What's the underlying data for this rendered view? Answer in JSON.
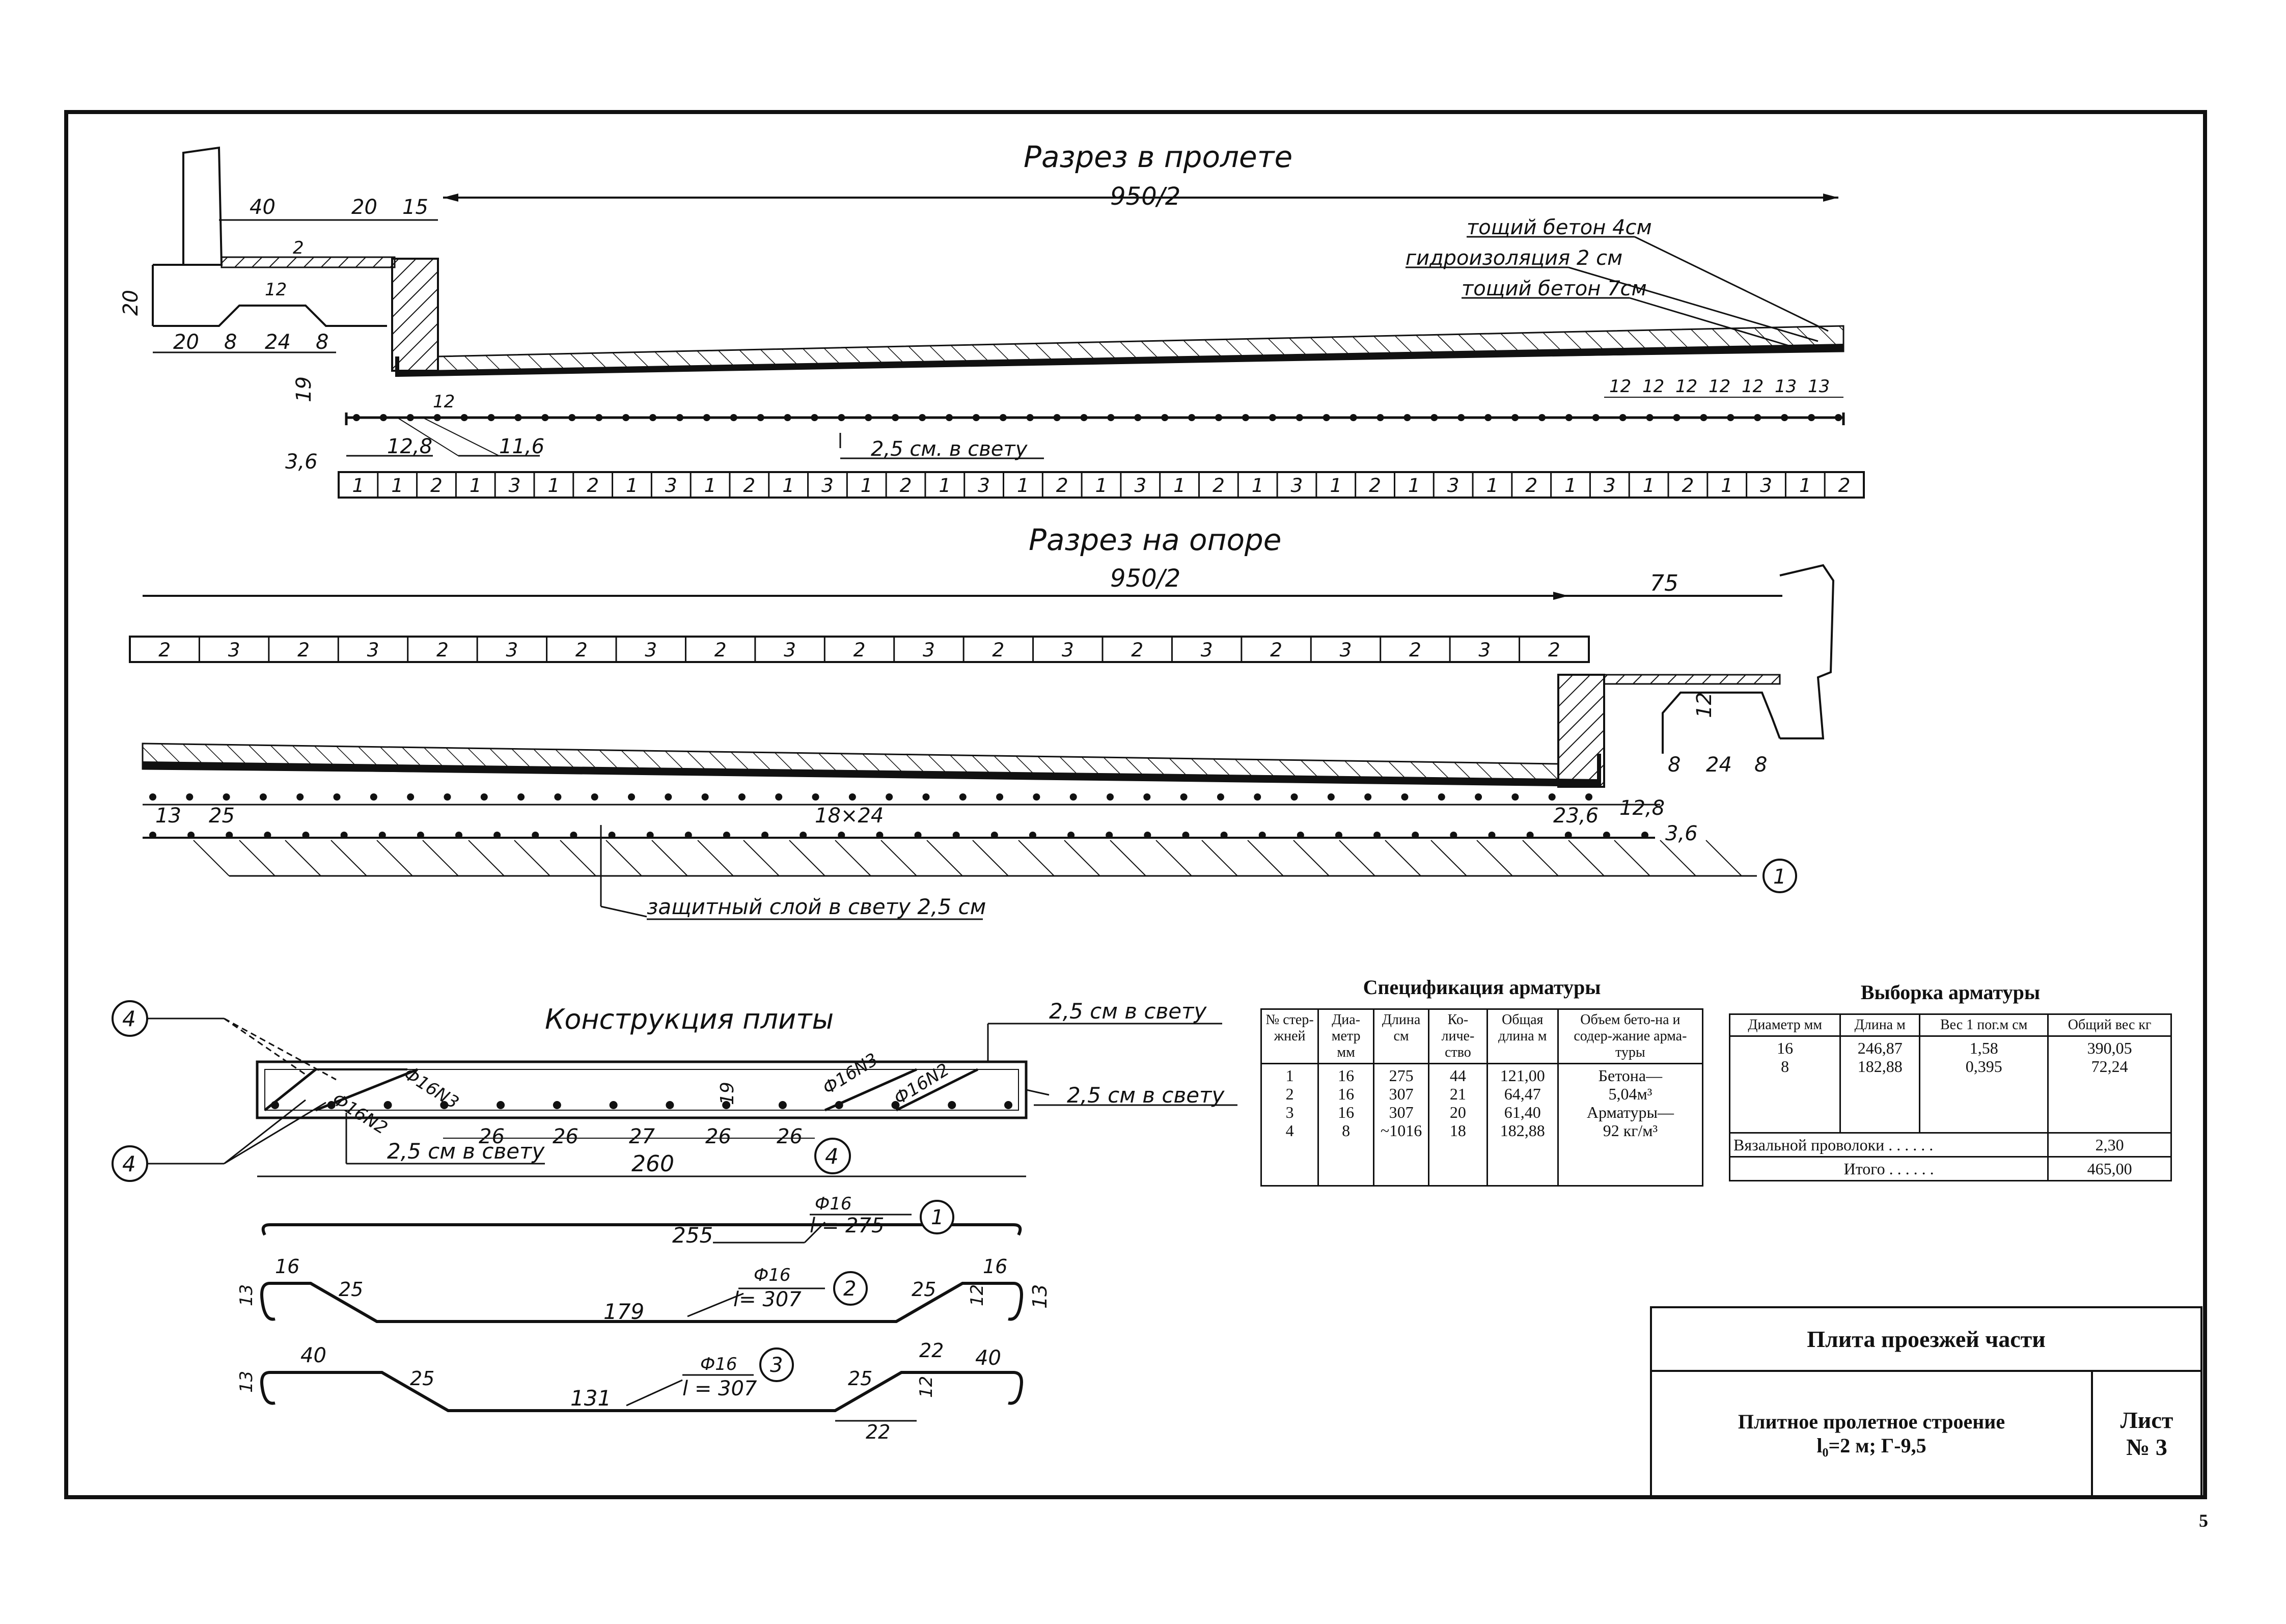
{
  "section_span": {
    "title": "Разрез в пролете",
    "span_label": "950/2",
    "layers": [
      "тощий бетон 4см",
      "гидроизоляция 2 см",
      "тощий бетон 7см"
    ],
    "dims_left": [
      "40",
      "20",
      "15",
      "2",
      "12",
      "20",
      "20",
      "8",
      "24",
      "8",
      "19",
      "3,6",
      "12,8",
      "11,6",
      "12"
    ],
    "cover": "2,5 см. в свету",
    "spacing_right": [
      "12",
      "12",
      "12",
      "12",
      "12",
      "13",
      "13"
    ],
    "bar_sequence": [
      "1",
      "1",
      "2",
      "1",
      "3",
      "1",
      "2",
      "1",
      "3",
      "1",
      "2",
      "1",
      "3",
      "1",
      "2",
      "1",
      "3",
      "1",
      "2",
      "1",
      "3",
      "1",
      "2",
      "1",
      "3",
      "1",
      "2",
      "1",
      "3",
      "1",
      "2",
      "1",
      "3",
      "1",
      "2",
      "1",
      "3",
      "1",
      "2"
    ]
  },
  "section_support": {
    "title": "Разрез на опоре",
    "span_label": "950/2",
    "dim_right": "75",
    "bar_sequence": [
      "2",
      "3",
      "2",
      "3",
      "2",
      "3",
      "2",
      "3",
      "2",
      "3",
      "2",
      "3",
      "2",
      "3",
      "2",
      "3",
      "2",
      "3",
      "2",
      "3",
      "2"
    ],
    "dims_bottom": [
      "13",
      "25",
      "18×24",
      "23,6",
      "12,8",
      "3,6",
      "12",
      "8",
      "24",
      "8"
    ],
    "callout": "1",
    "cover": "защитный слой в свету 2,5 см"
  },
  "plate": {
    "title": "Конструкция плиты",
    "callout": "4",
    "top_cover": "2,5 см в свету",
    "side_cover": "2,5 см в свету",
    "bottom_cover": "2,5 см в свету",
    "bar_labels": [
      "Ф16N2",
      "Ф16N3",
      "Ф16N3",
      "Ф16N2"
    ],
    "height": "19",
    "spacings": [
      "26",
      "26",
      "27",
      "26",
      "26"
    ],
    "width": "260"
  },
  "bars": [
    {
      "num": "1",
      "dia": "Ф16",
      "len": "l = 275",
      "dims": [
        "255"
      ]
    },
    {
      "num": "2",
      "dia": "Ф16",
      "len": "l= 307",
      "dims": [
        "16",
        "25",
        "179",
        "25",
        "16",
        "13",
        "12",
        "13"
      ]
    },
    {
      "num": "3",
      "dia": "Ф16",
      "len": "l = 307",
      "dims": [
        "40",
        "25",
        "131",
        "25",
        "22",
        "40",
        "12",
        "22",
        "13"
      ]
    }
  ],
  "spec_table": {
    "title": "Спецификация арматуры",
    "headers": [
      "№ стер-жней",
      "Диа-метр мм",
      "Длина см",
      "Ко-личе-ство",
      "Общая длина м",
      "Объем бето-на и содер-жание арма-туры"
    ],
    "rows": [
      [
        "1",
        "16",
        "275",
        "44",
        "121,00"
      ],
      [
        "2",
        "16",
        "307",
        "21",
        "64,47"
      ],
      [
        "3",
        "16",
        "307",
        "20",
        "61,40"
      ],
      [
        "4",
        "8",
        "~1016",
        "18",
        "182,88"
      ]
    ],
    "volume_note": [
      "Бетона—",
      "5,04м³",
      "Арматуры—",
      "92 кг/м³"
    ]
  },
  "select_table": {
    "title": "Выборка арматуры",
    "headers": [
      "Диаметр мм",
      "Длина м",
      "Вес 1 пог.м см",
      "Общий вес кг"
    ],
    "rows": [
      [
        "16",
        "246,87",
        "1,58",
        "390,05"
      ],
      [
        "8",
        "182,88",
        "0,395",
        "72,24"
      ]
    ],
    "wire_label": "Вязальной проволоки . . . . . .",
    "wire_value": "2,30",
    "total_label": "Итого . . . . . .",
    "total_value": "465,00"
  },
  "stamp": {
    "title": "Плита проезжей части",
    "subtitle1": "Плитное пролетное строение",
    "subtitle2": "l₀=2 м; Г-9,5",
    "sheet_label": "Лист",
    "sheet_no": "№ 3"
  },
  "page_number": "5"
}
